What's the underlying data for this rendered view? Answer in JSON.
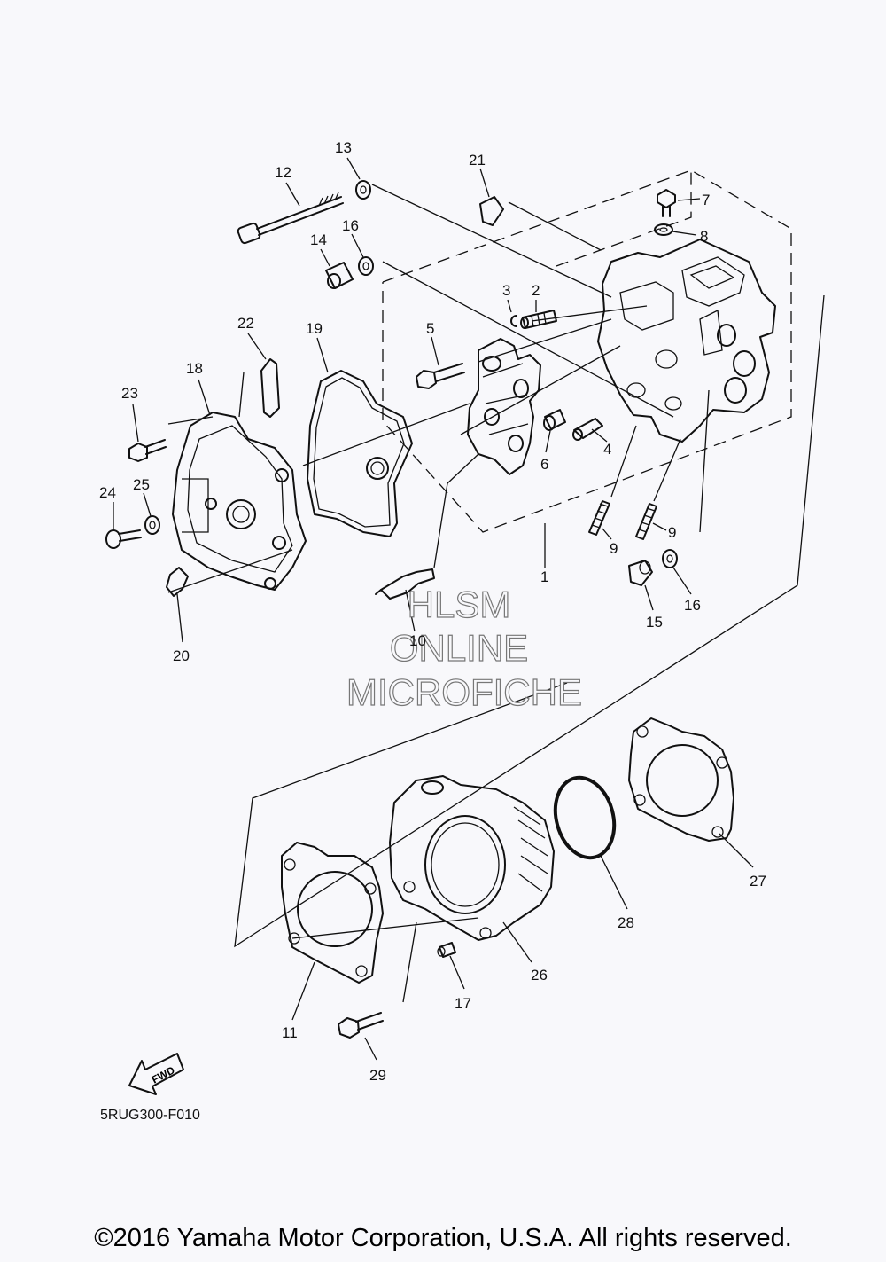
{
  "callouts": [
    {
      "id": "1",
      "label": "1"
    },
    {
      "id": "2",
      "label": "2"
    },
    {
      "id": "3",
      "label": "3"
    },
    {
      "id": "4",
      "label": "4"
    },
    {
      "id": "5",
      "label": "5"
    },
    {
      "id": "6",
      "label": "6"
    },
    {
      "id": "7",
      "label": "7"
    },
    {
      "id": "8",
      "label": "8"
    },
    {
      "id": "9a",
      "label": "9"
    },
    {
      "id": "9b",
      "label": "9"
    },
    {
      "id": "10",
      "label": "10"
    },
    {
      "id": "11",
      "label": "11"
    },
    {
      "id": "12",
      "label": "12"
    },
    {
      "id": "13",
      "label": "13"
    },
    {
      "id": "14",
      "label": "14"
    },
    {
      "id": "15",
      "label": "15"
    },
    {
      "id": "16a",
      "label": "16"
    },
    {
      "id": "16b",
      "label": "16"
    },
    {
      "id": "17",
      "label": "17"
    },
    {
      "id": "18",
      "label": "18"
    },
    {
      "id": "19",
      "label": "19"
    },
    {
      "id": "20",
      "label": "20"
    },
    {
      "id": "21",
      "label": "21"
    },
    {
      "id": "22",
      "label": "22"
    },
    {
      "id": "23",
      "label": "23"
    },
    {
      "id": "24",
      "label": "24"
    },
    {
      "id": "25",
      "label": "25"
    },
    {
      "id": "26",
      "label": "26"
    },
    {
      "id": "27",
      "label": "27"
    },
    {
      "id": "28",
      "label": "28"
    },
    {
      "id": "29",
      "label": "29"
    }
  ],
  "watermark": {
    "line1": "HLSM",
    "line2": "ONLINE",
    "line3": "MICROFICHE"
  },
  "direction_arrow": {
    "label": "FWD",
    "icon": "fwd-arrow-icon"
  },
  "diagram_code": "5RUG300-F010",
  "copyright": "©2016 Yamaha Motor Corporation, U.S.A. All rights reserved."
}
